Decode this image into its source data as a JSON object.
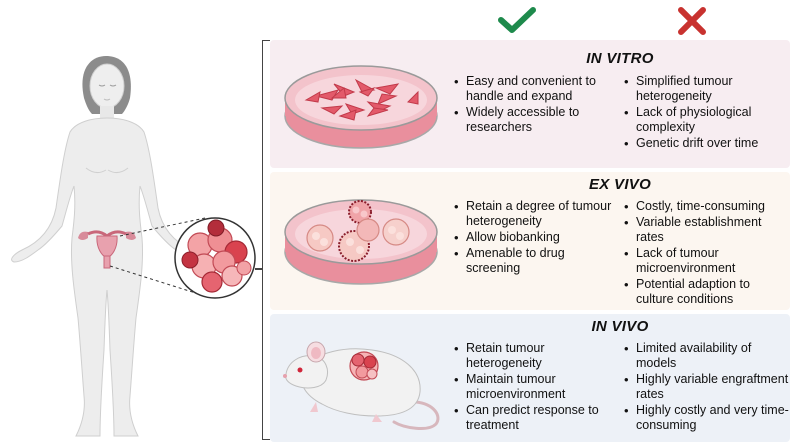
{
  "header": {
    "pros_icon": "check-icon",
    "cons_icon": "cross-icon",
    "pros_color": "#1e8a4c",
    "cons_color": "#c8322f"
  },
  "panels": [
    {
      "title": "IN VITRO",
      "color": "#f7edf1",
      "pros": [
        "Easy and convenient to handle and expand",
        "Widely accessible to researchers"
      ],
      "cons": [
        "Simplified tumour heterogeneity",
        "Lack of physiological complexity",
        "Genetic drift over time"
      ]
    },
    {
      "title": "EX VIVO",
      "color": "#fcf6f0",
      "pros": [
        "Retain a degree of tumour heterogeneity",
        "Allow biobanking",
        "Amenable to drug screening"
      ],
      "cons": [
        "Costly, time-consuming",
        "Variable establishment rates",
        "Lack of tumour microenvironment",
        "Potential adaption to culture conditions"
      ]
    },
    {
      "title": "IN VIVO",
      "color": "#edf1f7",
      "pros": [
        "Retain tumour heterogeneity",
        "Maintain tumour microenvironment",
        "Can predict response to treatment"
      ],
      "cons": [
        "Limited availability of models",
        "Highly variable engraftment rates",
        "Highly costly and very time-consuming"
      ]
    }
  ]
}
